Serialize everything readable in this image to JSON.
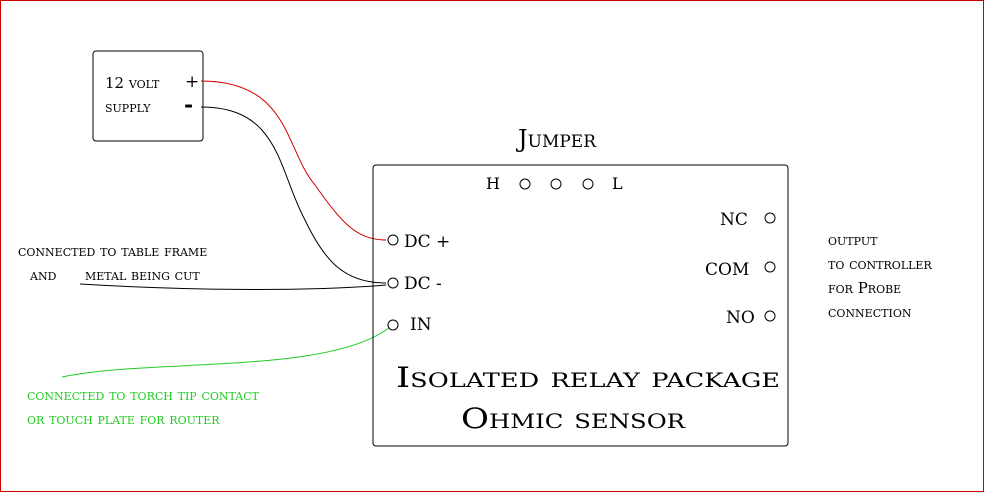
{
  "supply": {
    "line1": "12 volt",
    "line2": "supply",
    "plus": "+",
    "minus": "-"
  },
  "jumper": {
    "title": "Jumper",
    "high": "H",
    "low": "L"
  },
  "relay": {
    "dc_plus": "DC +",
    "dc_minus": "DC -",
    "input": "IN",
    "nc": "NC",
    "com": "COM",
    "no": "NO",
    "title_line1": "Isolated relay package",
    "title_line2": "Ohmic sensor"
  },
  "annotations": {
    "ground_line1": "connected to table frame",
    "ground_line2a": "and",
    "ground_line2b": "metal being cut",
    "torch_line1": "connected to torch tip contact",
    "torch_line2": "or touch plate for router",
    "output_line1": "output",
    "output_line2": "to controller",
    "output_line3": "for Probe",
    "output_line4": "connection"
  },
  "colors": {
    "frame": "#cc0000",
    "positive_wire": "#d40000",
    "negative_wire": "#000000",
    "signal_wire": "#22cc22",
    "signal_text": "#22cc22",
    "ink": "#000000"
  }
}
